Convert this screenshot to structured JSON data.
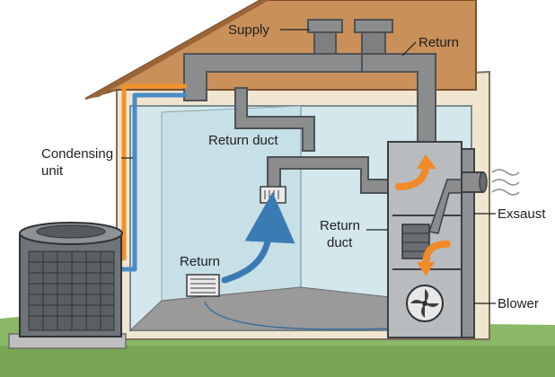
{
  "labels": {
    "supply": "Supply",
    "return_top": "Return",
    "condensing_line1": "Condensing",
    "condensing_line2": "unit",
    "return_duct_upper": "Return duct",
    "return_duct_lower_line1": "Return",
    "return_duct_lower_line2": "duct",
    "return_vent": "Return",
    "exhaust": "Exsaust",
    "blower": "Blower"
  },
  "colors": {
    "sky": "#ffffff",
    "roof": "#c9905a",
    "roof_edge": "#8a5a33",
    "wall": "#eee3cc",
    "interior": "#cfe4ea",
    "floor": "#8d8d8d",
    "duct": "#8a8c8e",
    "duct_dark": "#555759",
    "refrigerant_hot": "#f0922f",
    "refrigerant_cold": "#4a8cc6",
    "airflow_cold": "#3b7bb4",
    "airflow_warm": "#f08a2a",
    "grass": "#7fae5a",
    "furnace": "#b8bcbf",
    "ac_unit": "#6f7478"
  }
}
